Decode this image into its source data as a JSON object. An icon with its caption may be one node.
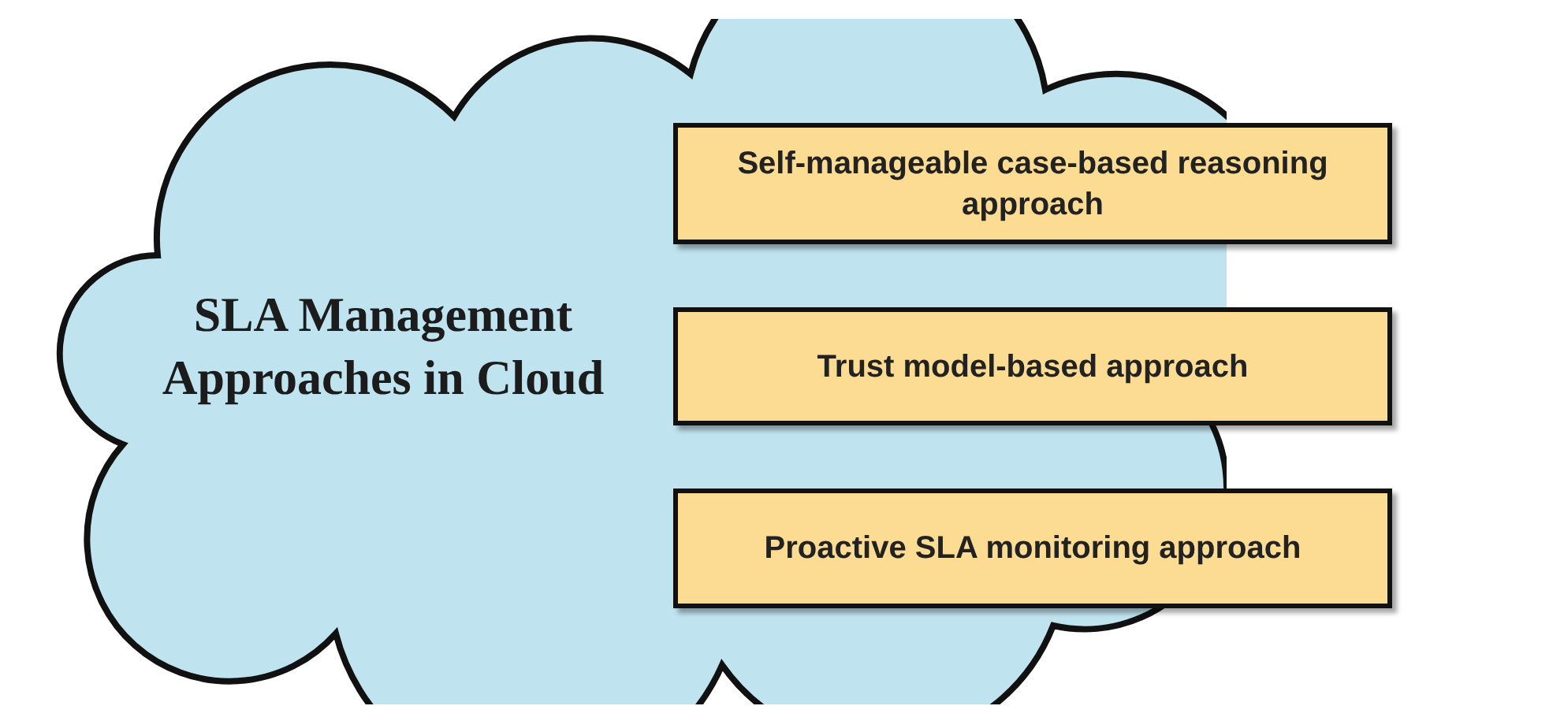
{
  "diagram": {
    "nodes": [
      {
        "text": [
          "SLA Management Approaches in Cloud"
        ]
      },
      {
        "text": [
          "Self-manageable case-based reasoning approach"
        ]
      },
      {
        "text": [
          "Trust model-based approach"
        ]
      },
      {
        "text": [
          "Proactive SLA monitoring approach"
        ]
      }
    ]
  }
}
